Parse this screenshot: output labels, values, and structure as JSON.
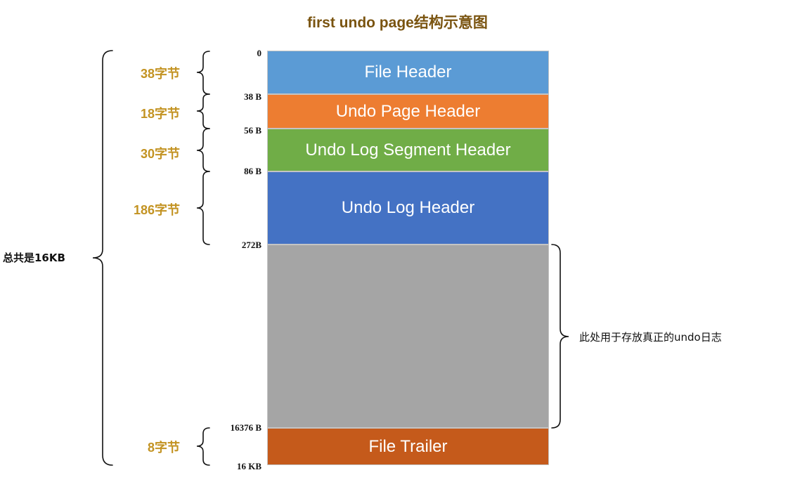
{
  "title": "first undo page结构示意图",
  "segments": [
    {
      "label": "File Header",
      "color": "#5b9bd5"
    },
    {
      "label": "Undo Page Header",
      "color": "#ed7d31"
    },
    {
      "label": "Undo Log Segment Header",
      "color": "#70ad47"
    },
    {
      "label": "Undo Log Header",
      "color": "#4472c4"
    },
    {
      "label": "",
      "color": "#a5a5a5"
    },
    {
      "label": "File Trailer",
      "color": "#c55a1b"
    }
  ],
  "offsets": [
    "0",
    "38 B",
    "56 B",
    "86 B",
    "272B",
    "16376 B",
    "16 KB"
  ],
  "sizes": [
    "38字节",
    "18字节",
    "30字节",
    "186字节",
    "8字节"
  ],
  "total_label": "总共是16KB",
  "free_space_label": "此处用于存放真正的undo日志"
}
